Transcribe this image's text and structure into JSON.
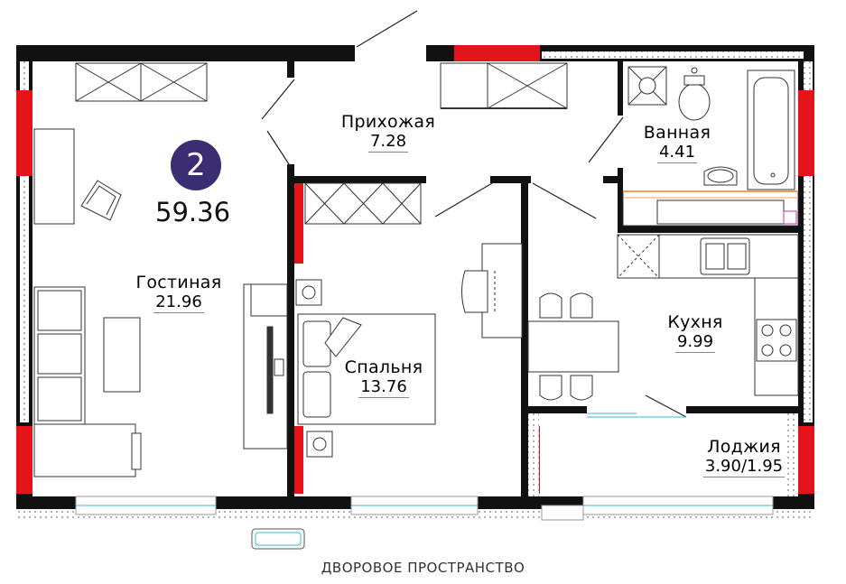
{
  "apartment": {
    "rooms_count": "2",
    "total_area": "59.36"
  },
  "rooms": {
    "hallway": {
      "name": "Прихожая",
      "area": "7.28"
    },
    "bathroom": {
      "name": "Ванная",
      "area": "4.41"
    },
    "living": {
      "name": "Гостиная",
      "area": "21.96"
    },
    "bedroom": {
      "name": "Спальня",
      "area": "13.76"
    },
    "kitchen": {
      "name": "Кухня",
      "area": "9.99"
    },
    "loggia": {
      "name": "Лоджия",
      "area": "3.90/1.95"
    }
  },
  "footer": {
    "caption": "ДВОРОВОЕ ПРОСТРАНСТВО"
  },
  "colors": {
    "wall": "#111111",
    "window_accent": "#e5141b",
    "badge": "#3a2d72"
  }
}
